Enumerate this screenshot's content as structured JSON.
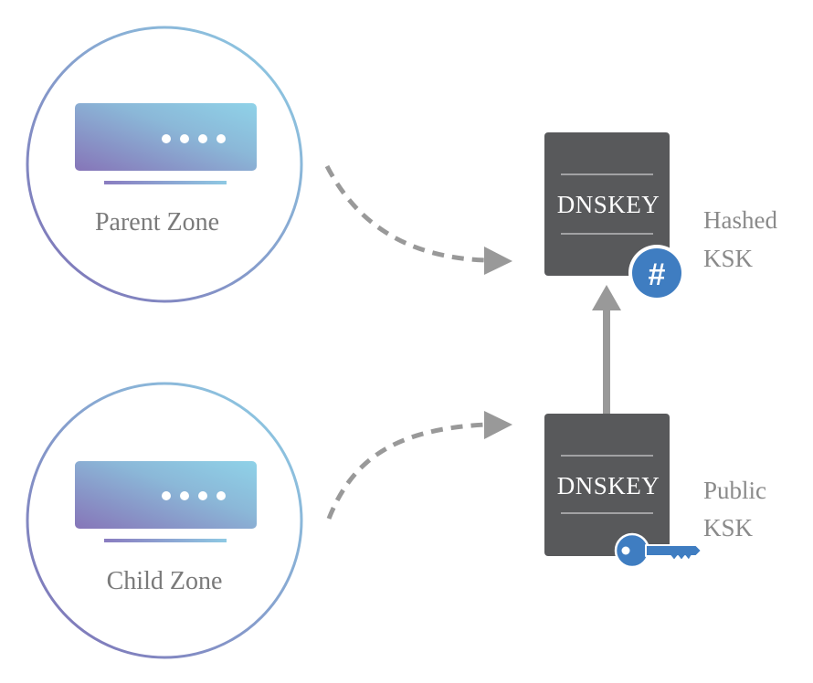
{
  "zones": {
    "parent": {
      "label": "Parent Zone"
    },
    "child": {
      "label": "Child Zone"
    }
  },
  "records": {
    "hashed": {
      "card_label": "DNSKEY",
      "side_line1": "Hashed",
      "side_line2": "KSK",
      "badge_icon": "hash-icon",
      "badge_symbol": "#"
    },
    "public": {
      "card_label": "DNSKEY",
      "side_line1": "Public",
      "side_line2": "KSK",
      "badge_icon": "key-icon"
    }
  },
  "colors": {
    "ring_start": "#8a7cc0",
    "ring_end": "#8ec9e3",
    "card": "#58595b",
    "arrow": "#999999",
    "badge": "#3f7dc1",
    "key": "#3f7dc1"
  }
}
